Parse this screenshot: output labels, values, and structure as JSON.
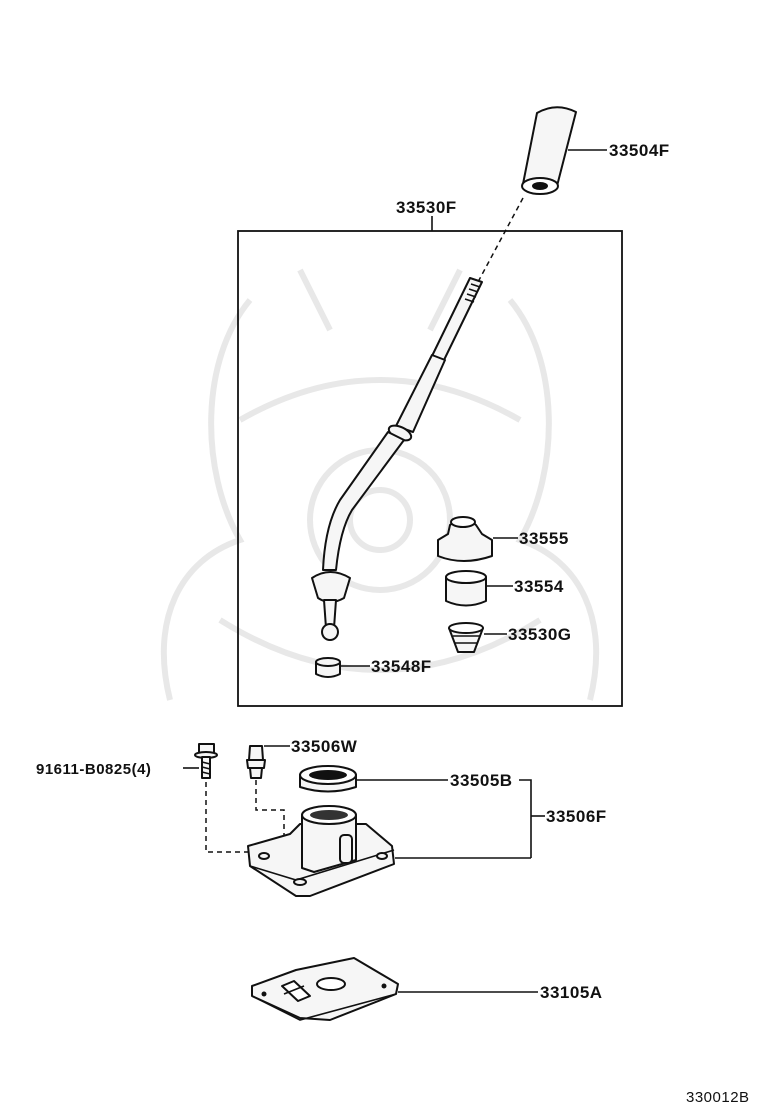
{
  "diagram": {
    "labels": {
      "knob": "33504F",
      "lever_assembly": "33530F",
      "boot": "33555",
      "bushing": "33554",
      "seat": "33530G",
      "cap": "33548F",
      "pin": "33506W",
      "bolt": "91611-B0825(4)",
      "retainer": "33505B",
      "housing": "33506F",
      "plate": "33105A"
    },
    "figure_id": "330012B"
  }
}
